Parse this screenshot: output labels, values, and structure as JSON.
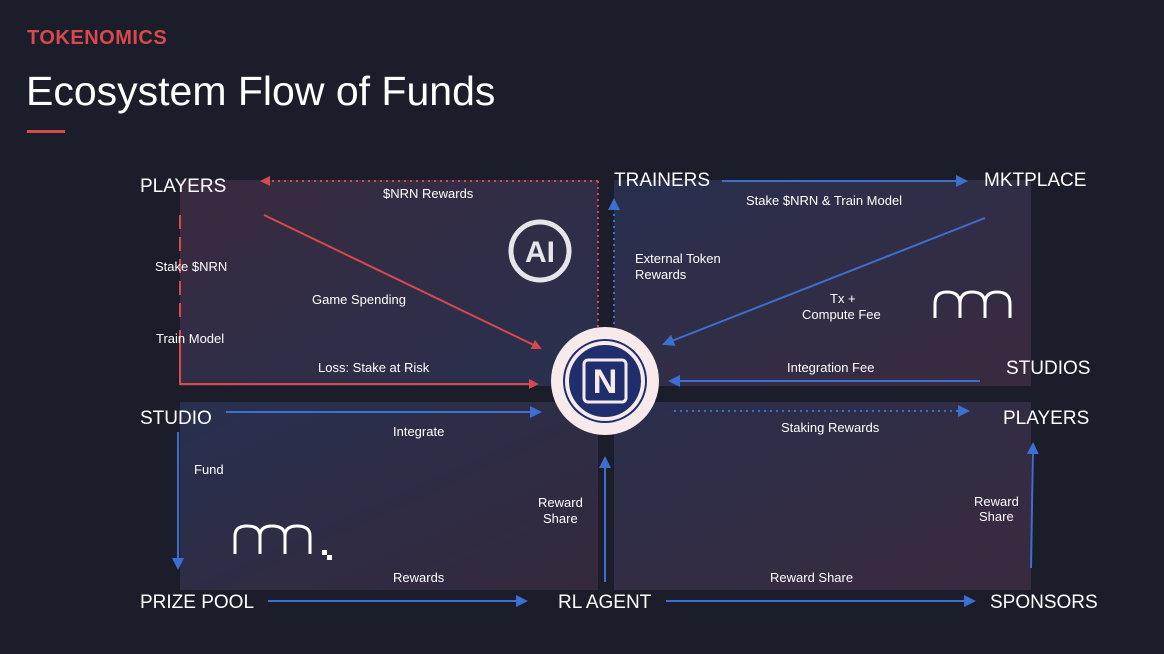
{
  "header": {
    "kicker": "TOKENOMICS",
    "title": "Ecosystem Flow of Funds"
  },
  "colors": {
    "background": "#1b1d2b",
    "accent_red": "#d9494b",
    "flow_blue": "#3d6fd0",
    "center_logo_fill": "#1f2f6e"
  },
  "nodes": {
    "players_top": "PLAYERS",
    "trainers": "TRAINERS",
    "mktplace": "MKTPLACE",
    "studios": "STUDIOS",
    "studio": "STUDIO",
    "players_right": "PLAYERS",
    "prize_pool": "PRIZE POOL",
    "rl_agent": "RL AGENT",
    "sponsors": "SPONSORS"
  },
  "flows": {
    "nrn_rewards": "$NRN Rewards",
    "stake_train_model": "Stake $NRN & Train Model",
    "stake_nrn": "Stake $NRN",
    "train_model": "Train Model",
    "game_spending": "Game Spending",
    "external_token_rewards_1": "External Token",
    "external_token_rewards_2": "Rewards",
    "tx_compute_fee_1": "Tx +",
    "tx_compute_fee_2": "Compute Fee",
    "loss_stake_at_risk": "Loss: Stake at Risk",
    "integration_fee": "Integration Fee",
    "integrate": "Integrate",
    "staking_rewards": "Staking Rewards",
    "fund": "Fund",
    "reward_share_left_1": "Reward",
    "reward_share_left_2": "Share",
    "reward_share_right_1": "Reward",
    "reward_share_right_2": "Share",
    "rewards": "Rewards",
    "reward_share_bottom": "Reward Share"
  },
  "icons": {
    "ai_logo": "ai-logo-icon",
    "center_logo": "nrn-token-logo-icon",
    "brand_glyph_right": "brand-glyph-icon",
    "brand_glyph_left": "brand-glyph-icon"
  },
  "logo_text": {
    "ai": "AI",
    "center": "N"
  }
}
